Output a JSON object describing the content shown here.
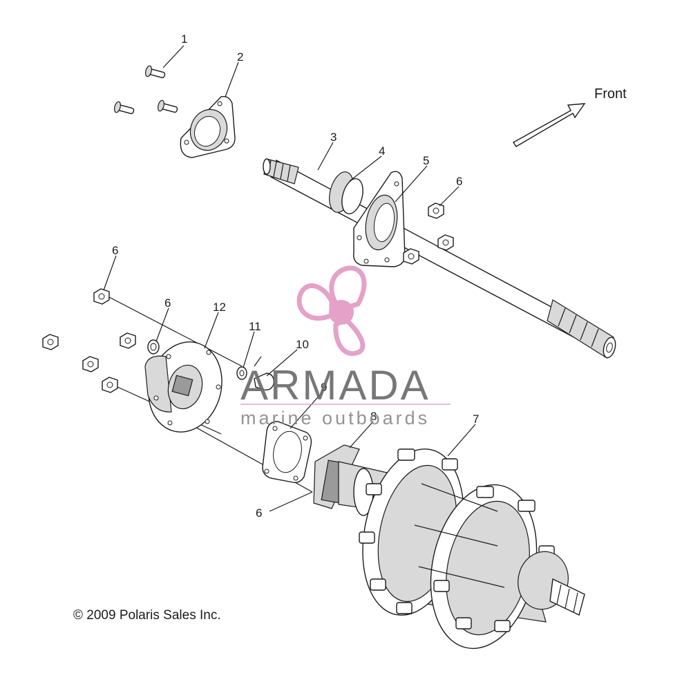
{
  "diagram": {
    "front_label": "Front",
    "copyright": "© 2009 Polaris Sales Inc.",
    "callouts": [
      "1",
      "2",
      "3",
      "4",
      "5",
      "6",
      "6",
      "6",
      "12",
      "11",
      "10",
      "9",
      "8",
      "7",
      "6"
    ]
  },
  "watermark": {
    "brand": "ARMADA",
    "tagline": "marine outboards",
    "color": "#e39ac4",
    "line_color": "#e39ac4"
  }
}
